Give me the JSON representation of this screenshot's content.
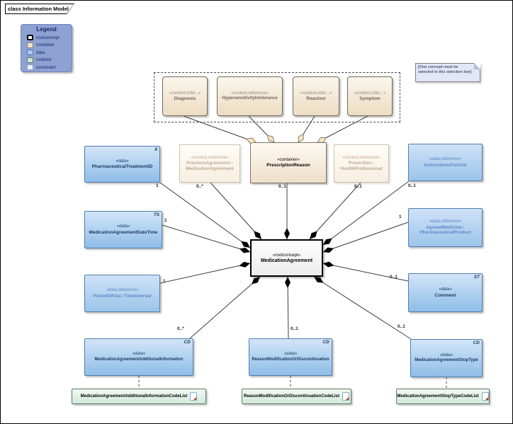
{
  "frame": {
    "title": "class Information Model"
  },
  "legend": {
    "title": "Legend",
    "items": [
      {
        "label": "rootconcept",
        "color": "#ffffff"
      },
      {
        "label": "container",
        "color": "#f3e2cb"
      },
      {
        "label": "data",
        "color": "#a6c9ef"
      },
      {
        "label": "codelist",
        "color": "#cce8d4"
      },
      {
        "label": "constraint",
        "color": "#edf0fb"
      }
    ]
  },
  "note": {
    "text": "[One concept must be selected in this selection box]"
  },
  "selection_box": {
    "items": [
      {
        "stereotype": "«context,refer...»",
        "name": "Diagnosis"
      },
      {
        "stereotype": "«context,reference»",
        "name": "HypersensitivityIntolerance"
      },
      {
        "stereotype": "«context,refer...»",
        "name": "Reaction"
      },
      {
        "stereotype": "«context,refer...»",
        "name": "Symptom"
      }
    ]
  },
  "root": {
    "stereotype": "«rootconcept»",
    "name": "MedicationAgreement"
  },
  "nodes": {
    "pharmaceutical_treatment_id": {
      "stereotype": "«data»",
      "name": "PharmaceuticalTreatmentID",
      "type_marker": "II",
      "multiplicity": "1"
    },
    "previous_agreement": {
      "stereotype": "«context,reference»",
      "name_line1": "PreviousAgreement::",
      "name_line2": "MedicationAgreement",
      "multiplicity": "0..*"
    },
    "prescription_reason": {
      "stereotype": "«container»",
      "name": "PrescriptionReason",
      "multiplicity": "0..1"
    },
    "prescriber": {
      "stereotype": "«context,reference»",
      "name_line1": "Prescriber::",
      "name_line2": "HealthProfessional",
      "multiplicity": "0..1"
    },
    "instructions_for_use": {
      "stereotype": "«data,reference»",
      "name": "InstructionsForUse",
      "multiplicity": "0..1"
    },
    "medication_agreement_date_time": {
      "stereotype": "«data»",
      "name": "MedicationAgreementDateTime",
      "type_marker": "TS",
      "multiplicity": "1"
    },
    "agreed_medicine": {
      "stereotype": "«data,reference»",
      "name_line1": "AgreedMedicine::",
      "name_line2": "PharmaceuticalProduct",
      "multiplicity": "1"
    },
    "period_of_use": {
      "stereotype": "«data,reference»",
      "name": "PeriodOfUse::TimeInterval",
      "multiplicity": "1"
    },
    "comment": {
      "stereotype": "«data»",
      "name": "Comment",
      "type_marker": "ST",
      "multiplicity": "0..1"
    },
    "additional_information": {
      "stereotype": "«data»",
      "name": "MedicationAgreementAdditionalInformation",
      "type_marker": "CD",
      "multiplicity": "0..*"
    },
    "reason_modification": {
      "stereotype": "«data»",
      "name": "ReasonModificationOrDiscontinuation",
      "type_marker": "CD",
      "multiplicity": "0..1"
    },
    "stop_type": {
      "stereotype": "«data»",
      "name": "MedicationAgreementStopType",
      "type_marker": "CD",
      "multiplicity": "0..1"
    }
  },
  "codelists": [
    {
      "name": "MedicationAgreementAdditionalInformationCodeList"
    },
    {
      "name": "ReasonModificationOrDiscontinuationCodeList"
    },
    {
      "name": "MedicationAgreementStopTypeCodeList"
    }
  ],
  "colors": {
    "data_fill": "#a6c9ef",
    "data_border": "#4f7dad",
    "data_text": "#17375e",
    "reference_text": "#5d86c8",
    "container_fill": "#f3e2cb",
    "container_border": "#7c7464",
    "context_reference_text": "#bfa98c",
    "codelist_fill": "#cce8d4",
    "codelist_border": "#5a7a63",
    "legend_bg": "#8da1d3",
    "note_bg": "#e2e6f7",
    "line": "#3c3c3c",
    "composition_diamond": "#000000",
    "aggregation_diamond": "#f6e3bd"
  }
}
